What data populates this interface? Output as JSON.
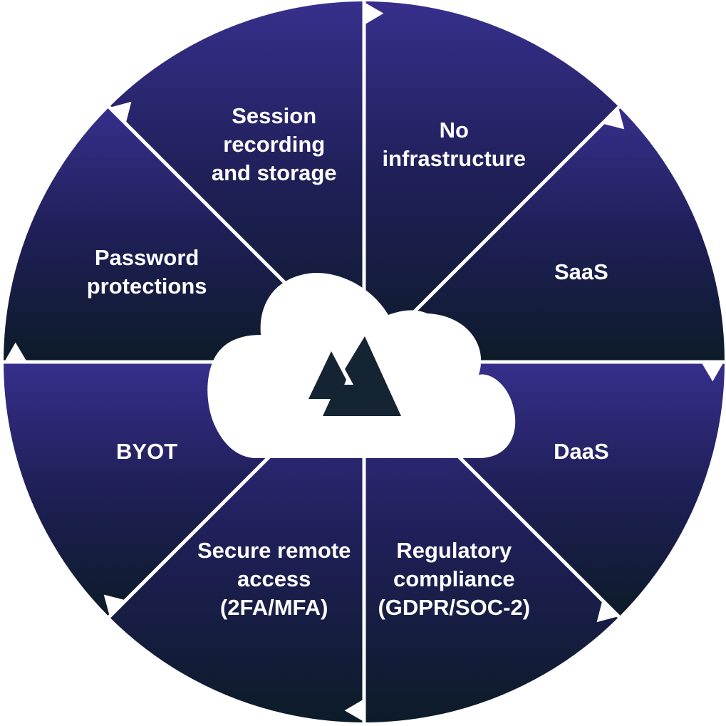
{
  "colors": {
    "wheel_top": "#372f8c",
    "wheel_mid": "#1f1f57",
    "wheel_bottom": "#0c1b28",
    "divider": "#ffffff",
    "cloud": "#ffffff",
    "logo": "#142433",
    "label_text": "#ffffff"
  },
  "center": {
    "cloud_icon": "cloud-icon",
    "logo_icon": "mountain-logo-icon"
  },
  "segments": [
    {
      "id": "no-infrastructure",
      "label": "No\ninfrastructure"
    },
    {
      "id": "saas",
      "label": "SaaS"
    },
    {
      "id": "daas",
      "label": "DaaS"
    },
    {
      "id": "regulatory-compliance",
      "label": "Regulatory\ncompliance\n(GDPR/SOC-2)"
    },
    {
      "id": "secure-remote-access",
      "label": "Secure remote\naccess\n(2FA/MFA)"
    },
    {
      "id": "byot",
      "label": "BYOT"
    },
    {
      "id": "password-protections",
      "label": "Password\nprotections"
    },
    {
      "id": "session-recording",
      "label": "Session\nrecording\nand storage"
    }
  ]
}
